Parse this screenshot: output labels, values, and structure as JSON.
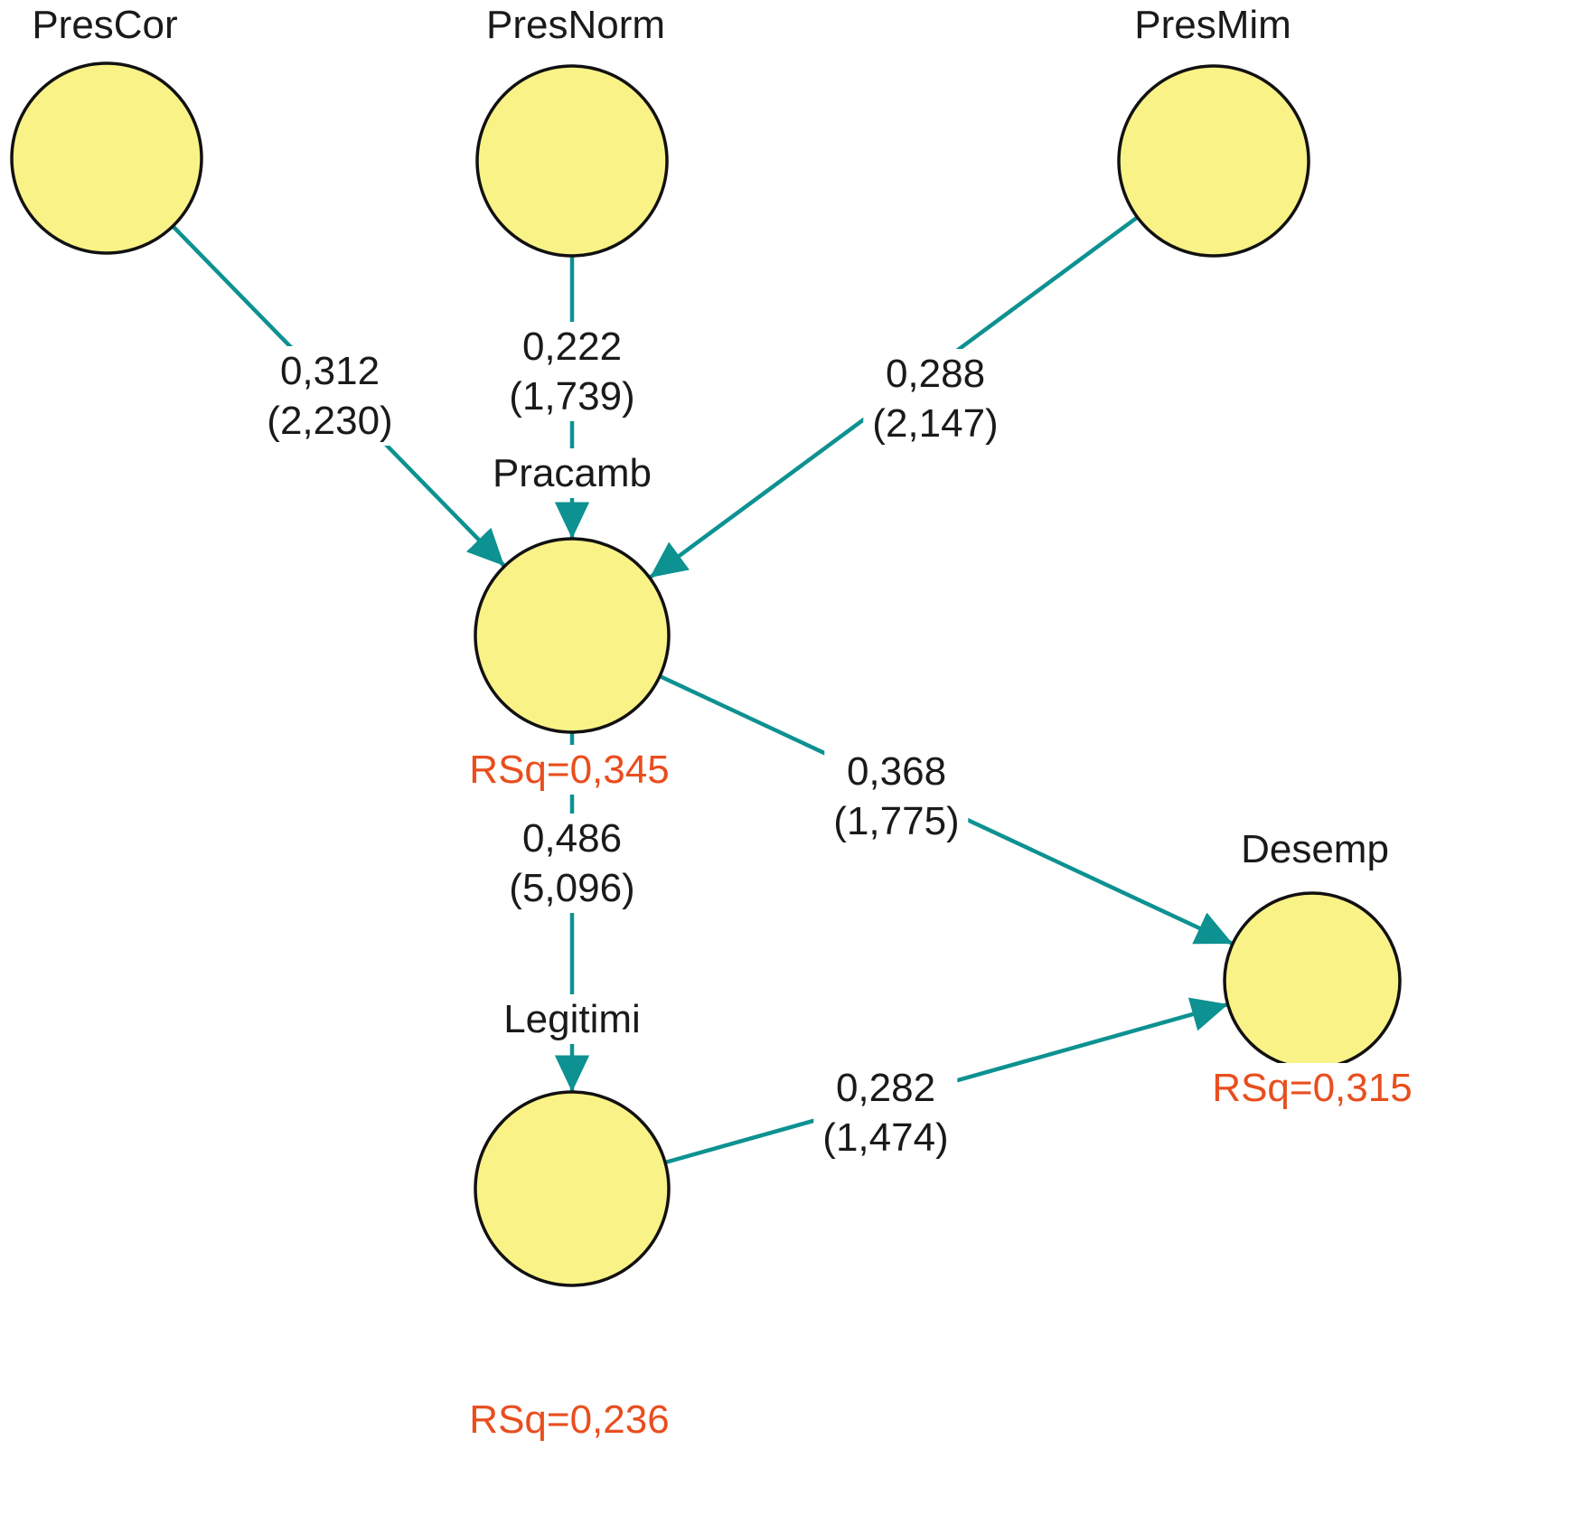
{
  "colors": {
    "background": "#FFFFFF",
    "node_fill": "#F9F287",
    "node_stroke": "#111111",
    "arrow": "#0D9191",
    "rsq_text": "#E94E1E",
    "label_text": "#1A1A1A"
  },
  "nodes": {
    "prescor": {
      "label": "PresCor"
    },
    "presnorm": {
      "label": "PresNorm"
    },
    "presmim": {
      "label": "PresMim"
    },
    "pracamb": {
      "label": "Pracamb",
      "rsq": "RSq=0,345"
    },
    "legitimi": {
      "label": "Legitimi",
      "rsq": "RSq=0,236"
    },
    "desemp": {
      "label": "Desemp",
      "rsq": "RSq=0,315"
    }
  },
  "edges": {
    "prescor_pracamb": {
      "from": "PresCor",
      "to": "Pracamb",
      "coef": "0,312",
      "tvalue": "(2,230)"
    },
    "presnorm_pracamb": {
      "from": "PresNorm",
      "to": "Pracamb",
      "coef": "0,222",
      "tvalue": "(1,739)"
    },
    "presmim_pracamb": {
      "from": "PresMim",
      "to": "Pracamb",
      "coef": "0,288",
      "tvalue": "(2,147)"
    },
    "pracamb_desemp": {
      "from": "Pracamb",
      "to": "Desemp",
      "coef": "0,368",
      "tvalue": "(1,775)"
    },
    "pracamb_legitimi": {
      "from": "Pracamb",
      "to": "Legitimi",
      "coef": "0,486",
      "tvalue": "(5,096)"
    },
    "legitimi_desemp": {
      "from": "Legitimi",
      "to": "Desemp",
      "coef": "0,282",
      "tvalue": "(1,474)"
    }
  }
}
